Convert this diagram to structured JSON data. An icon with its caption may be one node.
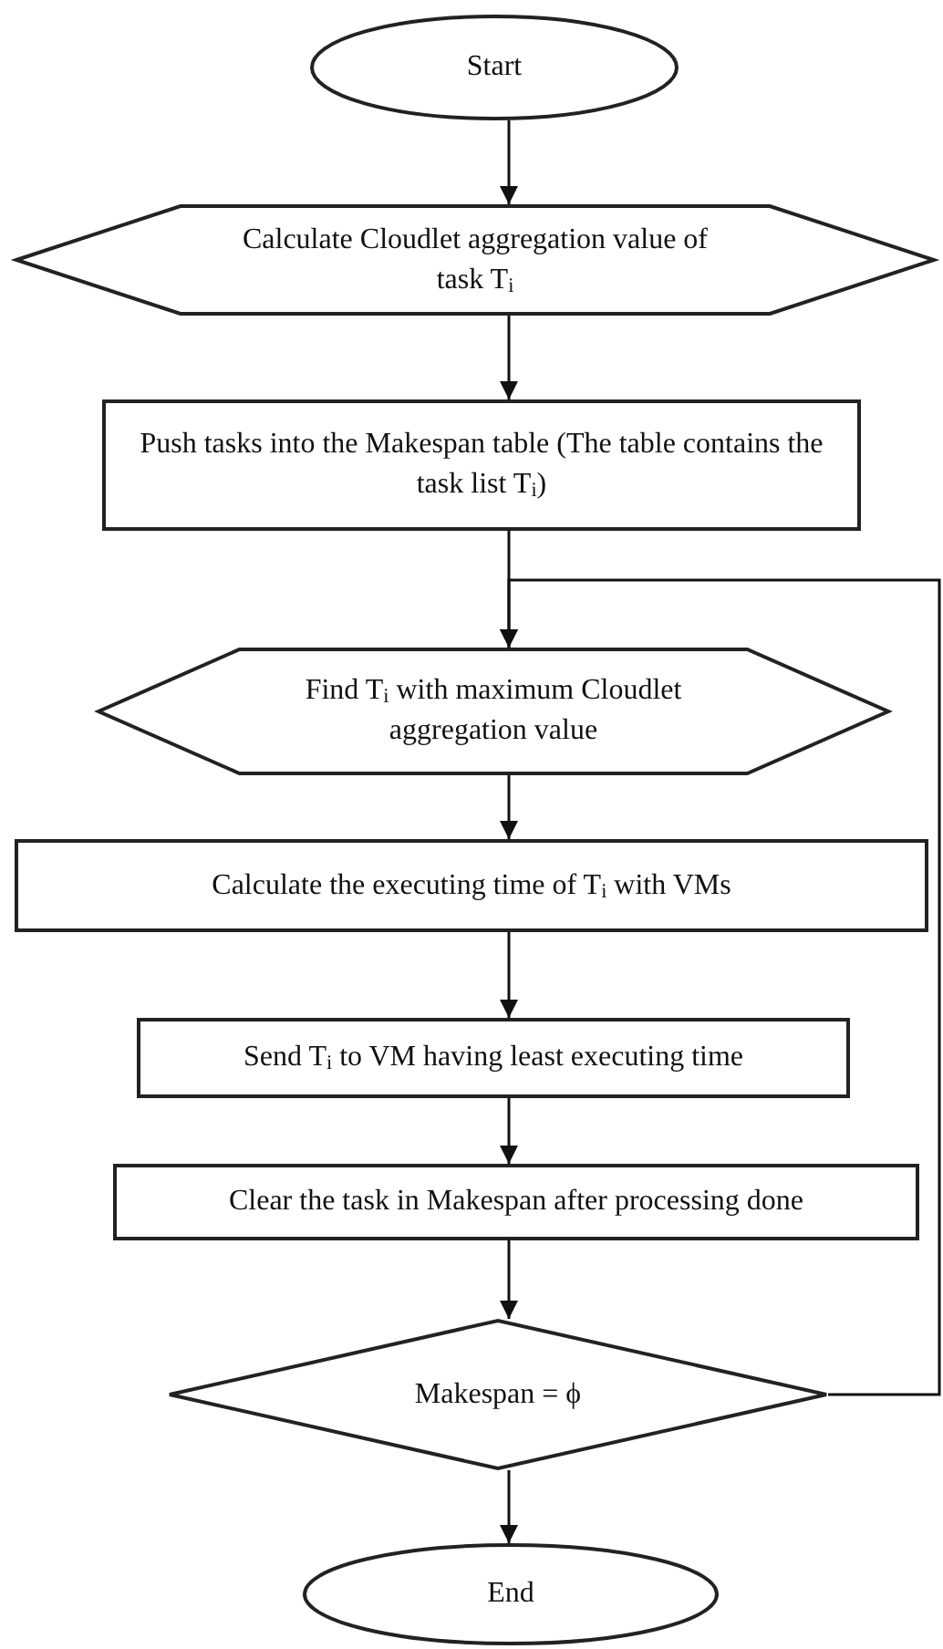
{
  "diagram": {
    "nodes": [
      {
        "text": [
          "Start"
        ]
      },
      {
        "text": [
          "Calculate Cloudlet aggregation value of task T$_{i}$"
        ]
      },
      {
        "text": [
          "Push tasks into the Makespan table (The table contains the task list T$_{i}$)"
        ]
      },
      {
        "text": [
          "Find T$_{i}$ with maximum Cloudlet aggregation value"
        ]
      },
      {
        "text": [
          "Calculate the executing time of T$_{i}$ with VMs"
        ]
      },
      {
        "text": [
          "Send T$_{i}$ to VM having least executing time"
        ]
      },
      {
        "text": [
          "Clear the task in Makespan after processing done"
        ]
      },
      {
        "text": [
          "Makespan = ϕ"
        ]
      },
      {
        "text": [
          "End"
        ]
      }
    ],
    "edges": [
      {
        "from": 0,
        "to": 1,
        "arrow": "to"
      },
      {
        "from": 1,
        "to": 2,
        "arrow": "to"
      },
      {
        "from": 2,
        "to": 3,
        "arrow": "to"
      },
      {
        "from": 3,
        "to": 4,
        "arrow": "to"
      },
      {
        "from": 4,
        "to": 5,
        "arrow": "to"
      },
      {
        "from": 5,
        "to": 6,
        "arrow": "to"
      },
      {
        "from": 6,
        "to": 7,
        "arrow": "to"
      },
      {
        "from": 7,
        "to": 8,
        "arrow": "to"
      },
      {
        "from": 7,
        "to": 3,
        "arrow": "to"
      }
    ]
  }
}
